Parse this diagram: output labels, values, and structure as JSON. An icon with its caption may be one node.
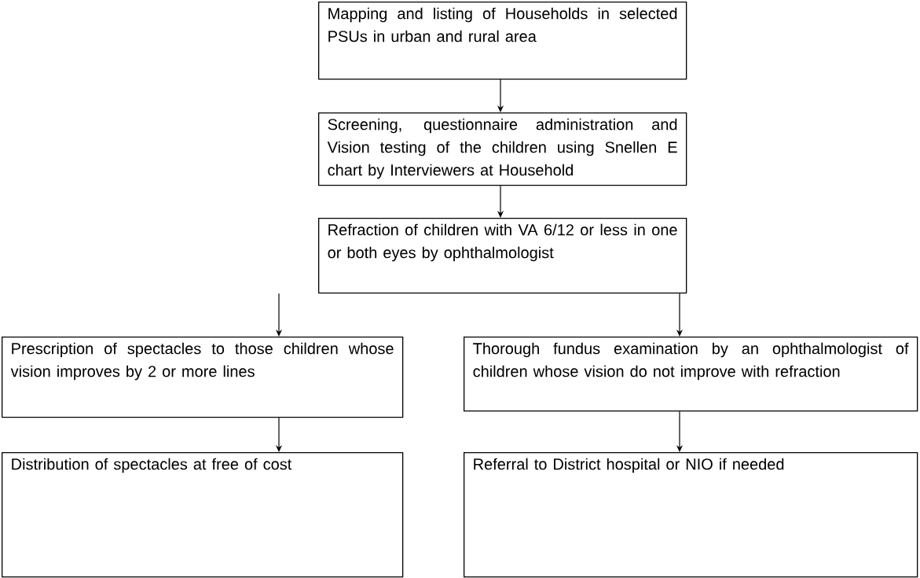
{
  "diagram": {
    "nodes": [
      {
        "text": [
          "Mapping and listing of Households in selected PSUs in urban and rural area"
        ]
      },
      {
        "text": [
          "Screening, questionnaire administration and Vision testing of the children using Snellen E chart by Interviewers at Household"
        ]
      },
      {
        "text": [
          "Refraction of children with VA 6/12 or less in one or both eyes by ophthalmologist"
        ]
      },
      {
        "text": [
          "Prescription of spectacles to those children whose vision improves by 2 or more lines"
        ]
      },
      {
        "text": [
          "Thorough fundus examination by an ophthalmologist of children whose vision do not improve with refraction"
        ]
      },
      {
        "text": [
          "Distribution of spectacles at free of cost"
        ]
      },
      {
        "text": [
          "Referral to District hospital or NIO if needed"
        ]
      }
    ],
    "edges": [
      {
        "from": 0,
        "to": 1,
        "arrow": "to"
      },
      {
        "from": 1,
        "to": 2,
        "arrow": "to"
      },
      {
        "from": 2,
        "to": 3,
        "arrow": "to"
      },
      {
        "from": 2,
        "to": 4,
        "arrow": "to"
      },
      {
        "from": 3,
        "to": 5,
        "arrow": "to"
      },
      {
        "from": 4,
        "to": 6,
        "arrow": "to"
      }
    ]
  }
}
